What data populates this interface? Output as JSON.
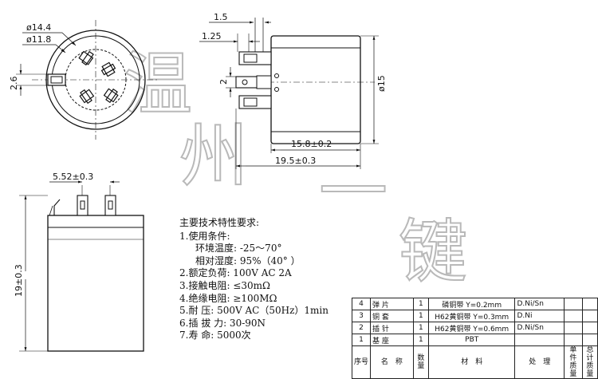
{
  "watermark": [
    "温",
    "州",
    "一",
    "键"
  ],
  "dimensions": {
    "outer_diameter": "ø14.4",
    "inner_diameter": "ø11.8",
    "key_width": "2.6",
    "pin_offset": "1.5",
    "pin_thickness": "1.25",
    "pin_spacing": "2",
    "body_diameter": "ø15",
    "body_length": "15.8±0.2",
    "total_length": "19.5±0.3",
    "pin_center": "5.52±0.3",
    "height": "19±0.3"
  },
  "specs": {
    "title": "主要技术特性要求:",
    "items": [
      {
        "label": "1.使用条件:",
        "sub": false
      },
      {
        "label": "环境温度: -25～70°",
        "sub": true
      },
      {
        "label": "相对湿度: 95%（40° ）",
        "sub": true
      },
      {
        "label": "2.额定负荷: 100V AC 2A",
        "sub": false
      },
      {
        "label": "3.接触电阻: ≤30mΩ",
        "sub": false
      },
      {
        "label": "4.绝缘电阻: ≥100MΩ",
        "sub": false
      },
      {
        "label": "5.耐     压: 500V AC（50Hz）1min",
        "sub": false
      },
      {
        "label": "6.插 拔 力: 30-90N",
        "sub": false
      },
      {
        "label": "7.寿     命: 5000次",
        "sub": false
      }
    ]
  },
  "bom": {
    "header": {
      "no": "序号",
      "name": "名　称",
      "qty": "数量",
      "material": "材　料",
      "process": "处　理",
      "unit_weight": "单件质量",
      "total_weight": "总计质量"
    },
    "rows": [
      {
        "no": "4",
        "name": "弹 片",
        "qty": "1",
        "material": "磷铜带 Y=0.2mm",
        "process": "D.Ni/Sn"
      },
      {
        "no": "3",
        "name": "铜 套",
        "qty": "1",
        "material": "H62黄铜带 Y=0.3mm",
        "process": "D.Ni"
      },
      {
        "no": "2",
        "name": "插 针",
        "qty": "1",
        "material": "H62黄铜带 Y=0.6mm",
        "process": "D.Ni/Sn"
      },
      {
        "no": "1",
        "name": "基 座",
        "qty": "1",
        "material": "PBT",
        "process": ""
      }
    ]
  }
}
